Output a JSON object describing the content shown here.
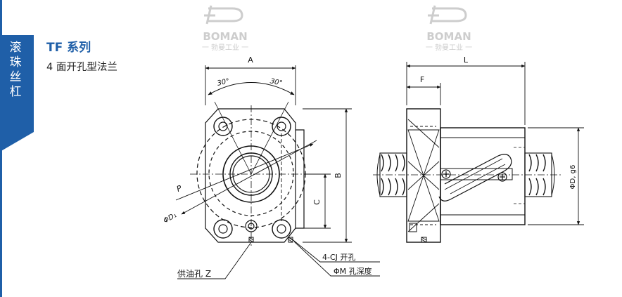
{
  "sidebar": {
    "chars": [
      "滚",
      "珠",
      "丝",
      "杠"
    ]
  },
  "header": {
    "series_title": "TF 系列",
    "series_subtitle": "4 面开孔型法兰"
  },
  "watermark": {
    "brand": "BOMAN",
    "tagline": "一 勃曼工业 一"
  },
  "drawing": {
    "front": {
      "dim_A": "A",
      "dim_B": "B",
      "dim_C": "C",
      "angle_left": "30°",
      "angle_right": "30°",
      "dim_P": "P",
      "dim_D1": "ΦD₁",
      "callout_mount": "4-CJ 开孔",
      "callout_depth": "ΦM 孔深度",
      "callout_oil": "供油孔 Z"
    },
    "side": {
      "dim_L": "L",
      "dim_F": "F",
      "dim_D": "ΦD, g6"
    }
  },
  "colors": {
    "accent": "#1f5fa8",
    "line": "#111111",
    "watermark": "#c8c8c8"
  }
}
